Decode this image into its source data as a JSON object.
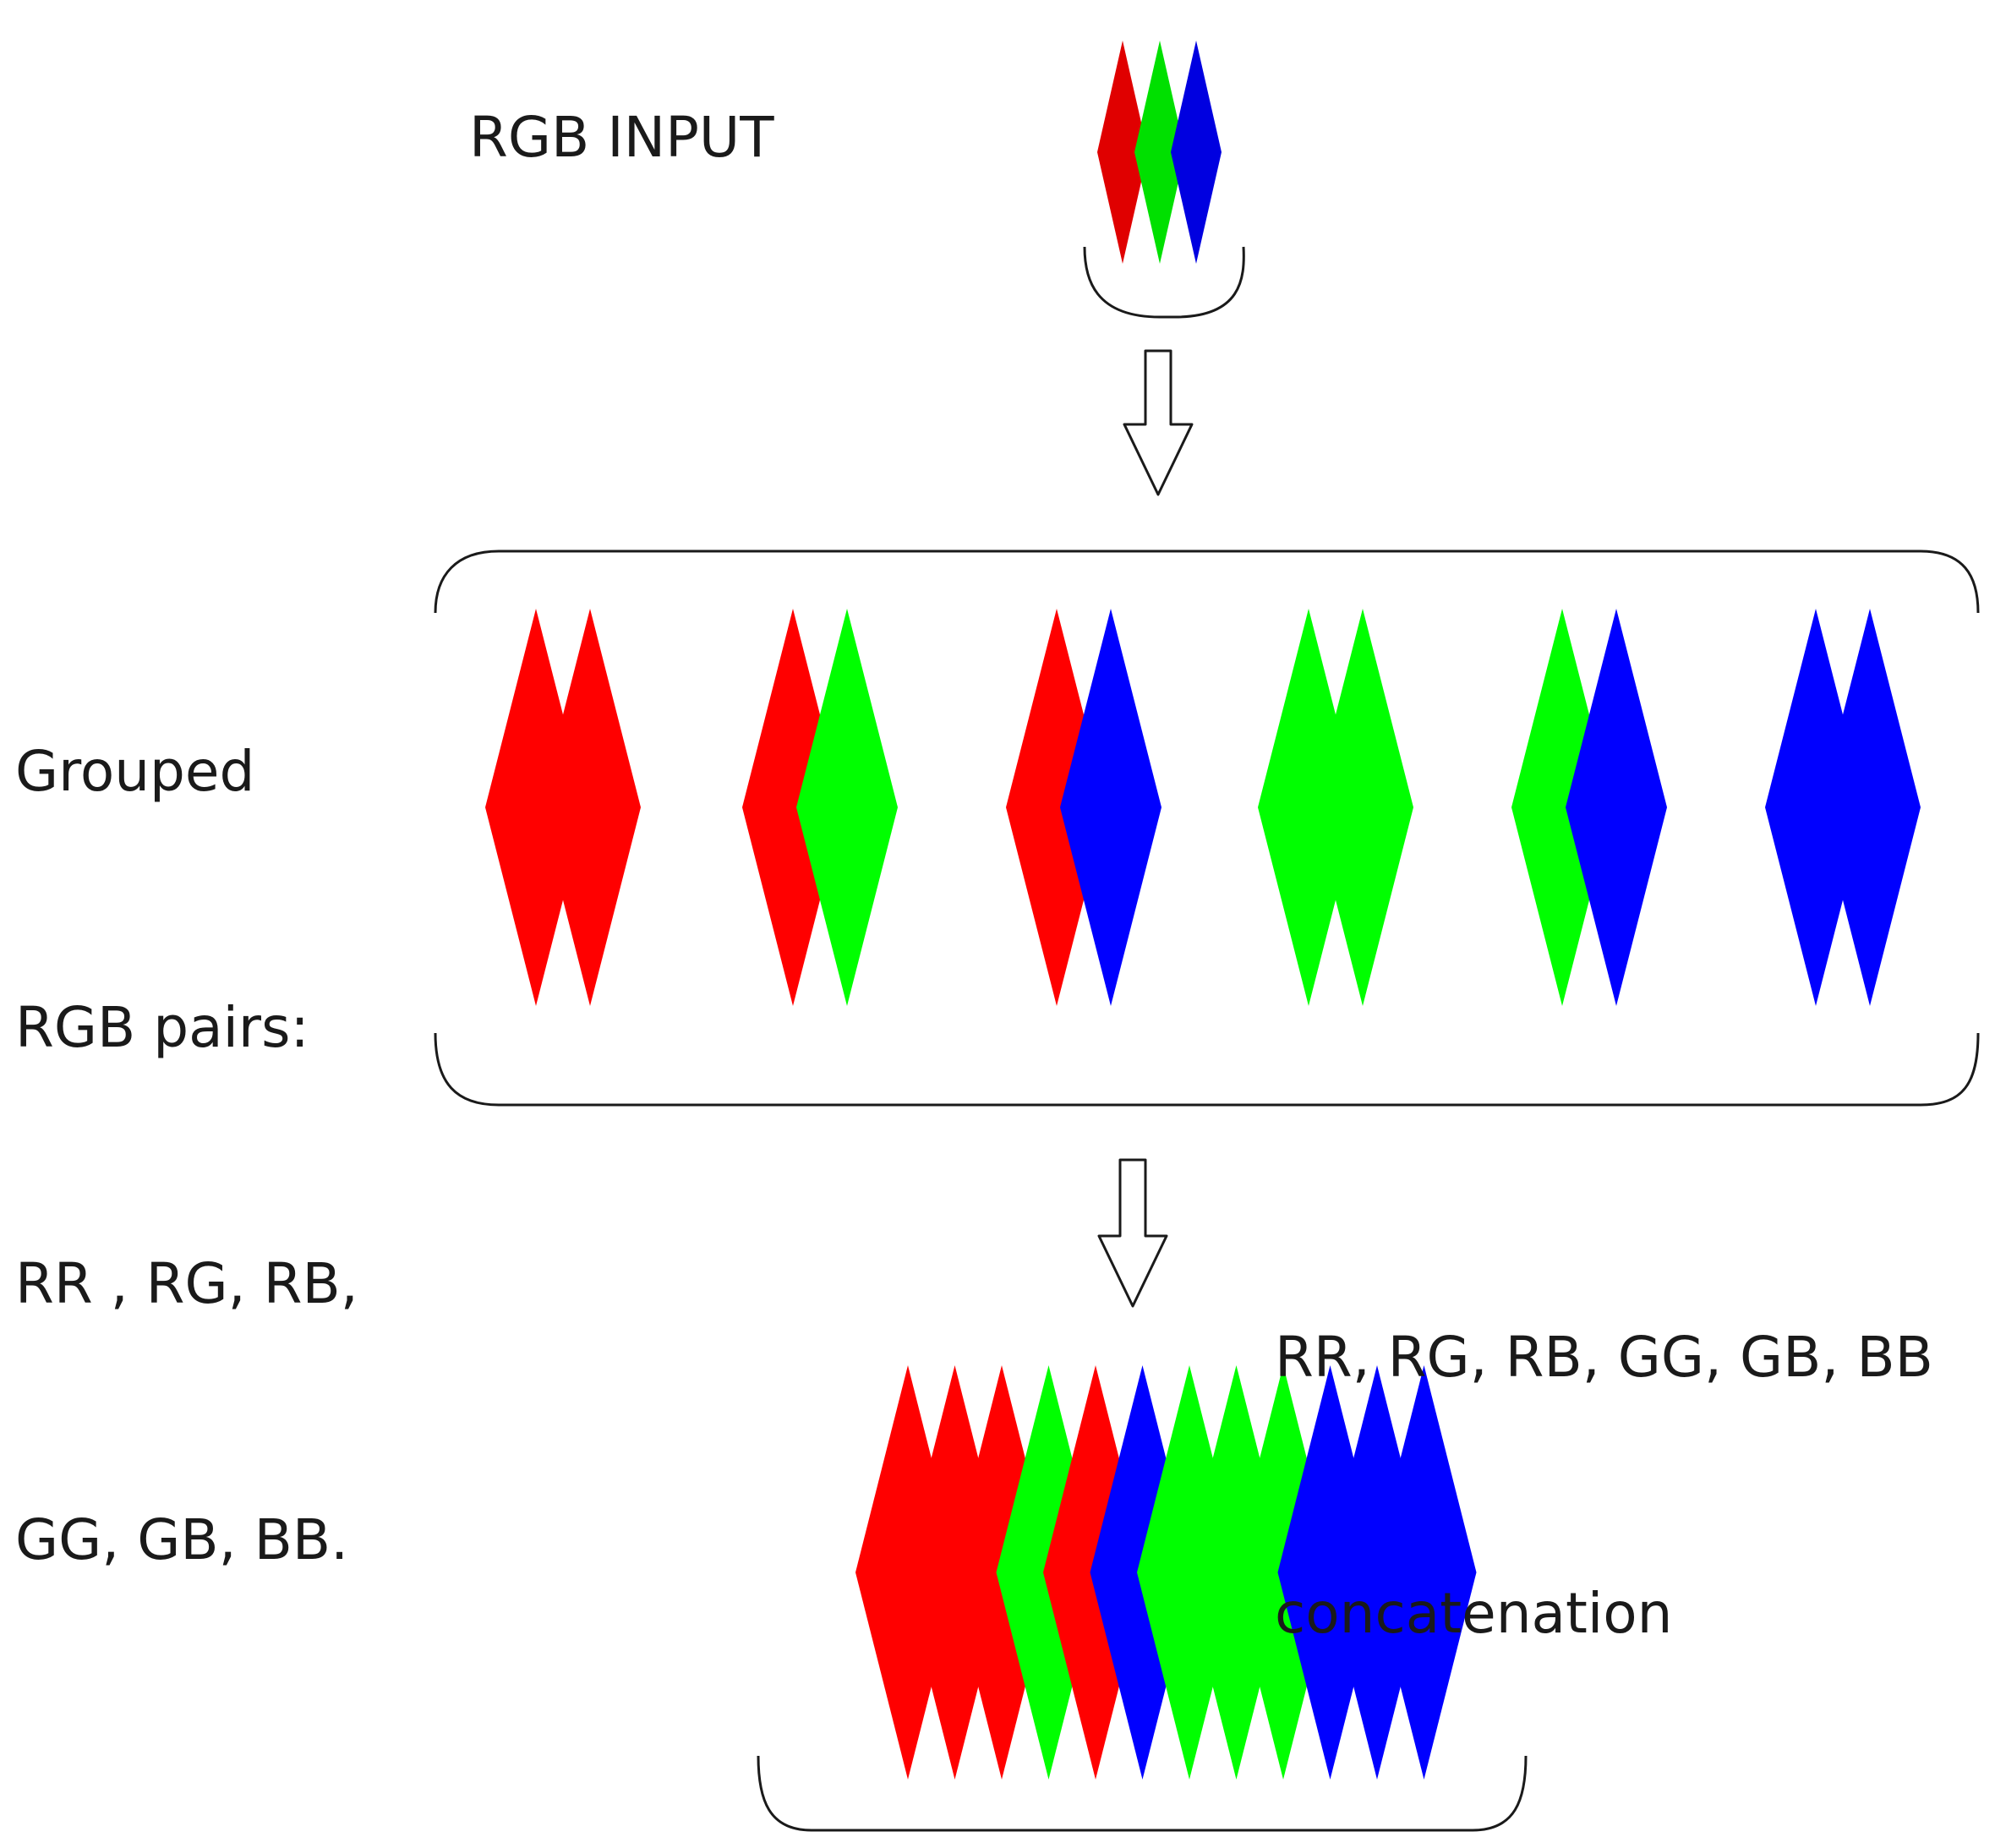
{
  "labels": {
    "input": "RGB INPUT",
    "grouped": [
      "Grouped",
      "RGB pairs:",
      "RR , RG, RB,",
      "GG, GB, BB."
    ],
    "concat": [
      "RR, RG, RB, GG, GB, BB",
      "concatenation"
    ]
  },
  "colors": {
    "red": "#ff0000",
    "green": "#00ff00",
    "blue": "#0000ff",
    "input_red": "#e00000",
    "input_green": "#00e000",
    "input_blue": "#0000e0",
    "outline": "#1a1a1a"
  },
  "stages": {
    "input": [
      "red",
      "green",
      "blue"
    ],
    "pairs": [
      [
        "red",
        "red"
      ],
      [
        "red",
        "green"
      ],
      [
        "red",
        "blue"
      ],
      [
        "green",
        "green"
      ],
      [
        "green",
        "blue"
      ],
      [
        "blue",
        "blue"
      ]
    ],
    "concatenated": [
      "red",
      "red",
      "red",
      "green",
      "red",
      "blue",
      "green",
      "green",
      "green",
      "blue",
      "blue",
      "blue"
    ]
  }
}
